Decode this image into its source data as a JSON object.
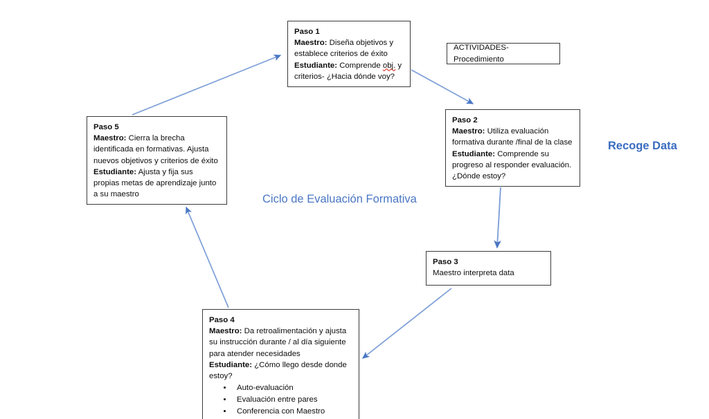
{
  "diagram": {
    "title": "Ciclo de Evaluación Formativa",
    "side_label": "Recoge Data",
    "legend_box": "ACTIVIDADES- Procedimiento",
    "accent_color": "#4a77c4",
    "accent_bold_color": "#3a6cc0",
    "arrow_color": "#4a77c4",
    "box_border_color": "#3b3b3b",
    "text_color": "#0d0d0d",
    "spellcheck_underline_color": "#e03a2f"
  },
  "nodes": {
    "paso1": {
      "title": "Paso 1",
      "teacher_label": "Maestro:",
      "teacher_text": " Diseña objetivos y establece criterios de éxito",
      "student_label": "Estudiante:",
      "student_text_before": " Comprende ",
      "student_text_misspelled": "obj.",
      "student_text_after": " y criterios- ¿Hacia dónde voy?"
    },
    "paso2": {
      "title": "Paso 2",
      "teacher_label": "Maestro:",
      "teacher_text": " Utiliza evaluación formativa durante /final de la clase",
      "student_label": "Estudiante:",
      "student_text": " Comprende su progreso al responder evaluación. ¿Dónde estoy?"
    },
    "paso3": {
      "title": "Paso 3",
      "body": "Maestro interpreta data"
    },
    "paso4": {
      "title": "Paso 4",
      "teacher_label": "Maestro:",
      "teacher_text": " Da retroalimentación y ajusta su instrucción durante / al día siguiente para atender necesidades",
      "student_label": "Estudiante:",
      "student_text": " ¿Cómo llego desde donde estoy?",
      "bullets": [
        "Auto-evaluación",
        "Evaluación entre pares",
        "Conferencia con Maestro"
      ]
    },
    "paso5": {
      "title": "Paso 5",
      "teacher_label": "Maestro:",
      "teacher_text": " Cierra la brecha identificada en formativas. Ajusta nuevos objetivos y criterios de éxito",
      "student_label": "Estudiante:",
      "student_text": " Ajusta y fija sus propias metas de aprendizaje junto a su maestro"
    }
  },
  "edges": [
    {
      "name": "paso5-to-paso1",
      "from": "paso5",
      "to": "paso1"
    },
    {
      "name": "paso1-to-paso2",
      "from": "paso1",
      "to": "paso2"
    },
    {
      "name": "paso2-to-paso3",
      "from": "paso2",
      "to": "paso3"
    },
    {
      "name": "paso3-to-paso4",
      "from": "paso3",
      "to": "paso4"
    },
    {
      "name": "paso4-to-paso5",
      "from": "paso4",
      "to": "paso5"
    }
  ]
}
